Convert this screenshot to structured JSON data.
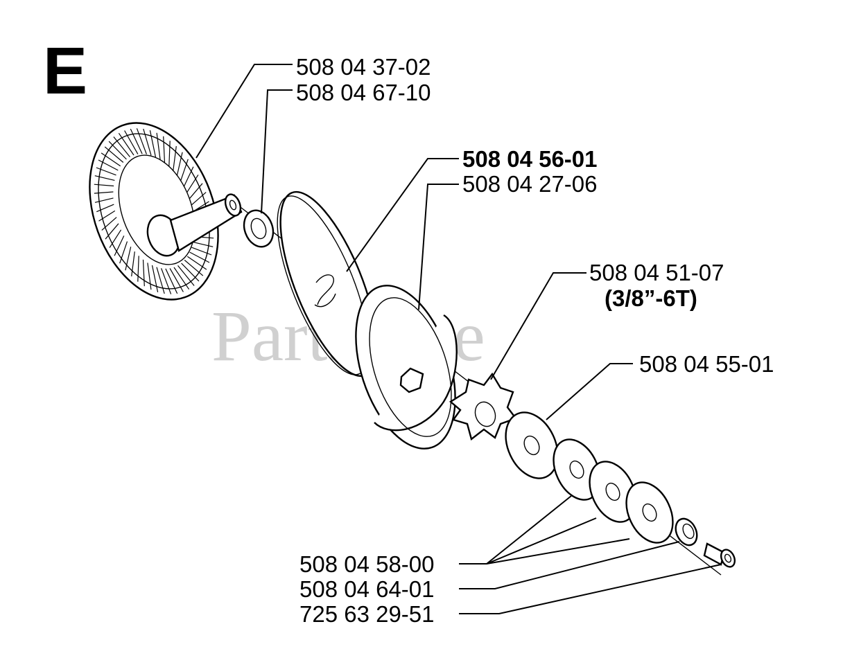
{
  "section_letter": "E",
  "watermark": "PartsTree",
  "callouts": {
    "bevel_gear": "508 04 37-02",
    "washer_small": "508 04 67-10",
    "clutch_plate": "508 04 56-01",
    "clutch_drum": "508 04 27-06",
    "sprocket_part": "508 04 51-07",
    "sprocket_spec": "(3/8”-6T)",
    "large_washer": "508 04 55-01",
    "washer_set": "508 04 58-00",
    "cup_washer": "508 04 64-01",
    "screw": "725 63 29-51"
  }
}
